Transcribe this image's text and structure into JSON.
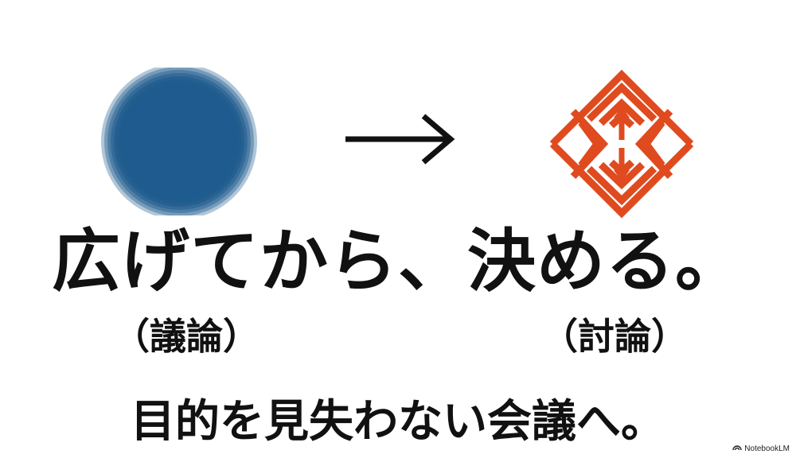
{
  "colors": {
    "circle": "#1f5b8e",
    "diamond": "#e04a1f",
    "text": "#111111"
  },
  "slide": {
    "headline": "広げてから、決める。",
    "label_left": "（議論）",
    "label_right": "（討論）",
    "subline": "目的を見失わない会議へ。"
  },
  "watermark": {
    "text": "NotebookLM",
    "icon": "notebooklm-logo-icon"
  }
}
